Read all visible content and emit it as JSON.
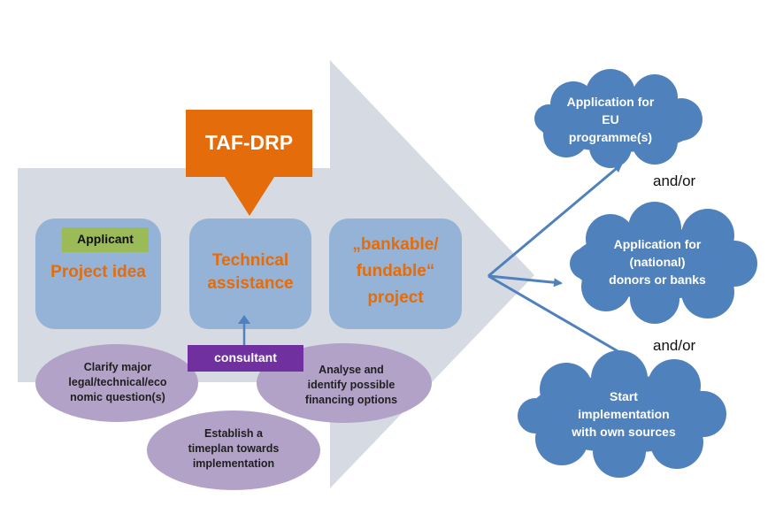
{
  "colors": {
    "big_arrow": "#d6dbe3",
    "box": "#95b3d7",
    "orange": "#e46c0a",
    "applicant_label": "#9bbb59",
    "consultant_label": "#7030a0",
    "ellipse": "#b3a2c7",
    "cloud": "#4f81bd",
    "connector": "#4f81bd"
  },
  "taf": {
    "label": "TAF-DRP"
  },
  "stages": [
    {
      "lines": [
        "Project idea"
      ]
    },
    {
      "lines": [
        "Technical",
        "assistance"
      ]
    },
    {
      "lines": [
        "„bankable/",
        "fundable“",
        "project"
      ]
    }
  ],
  "applicant": {
    "label": "Applicant"
  },
  "consultant": {
    "label": "consultant"
  },
  "tasks": [
    {
      "lines": [
        "Clarify major",
        "legal/technical/eco",
        "nomic question(s)"
      ]
    },
    {
      "lines": [
        "Analyse and",
        "identify possible",
        "financing options"
      ]
    },
    {
      "lines": [
        "Establish a",
        "timeplan towards",
        "implementation"
      ]
    }
  ],
  "outcomes": [
    {
      "lines": [
        "Application for",
        "EU",
        "programme(s)"
      ]
    },
    {
      "lines": [
        "Application for",
        "(national)",
        "donors or banks"
      ]
    },
    {
      "lines": [
        "Start",
        "implementation",
        "with own sources"
      ]
    }
  ],
  "connectors": [
    "and/or",
    "and/or"
  ]
}
